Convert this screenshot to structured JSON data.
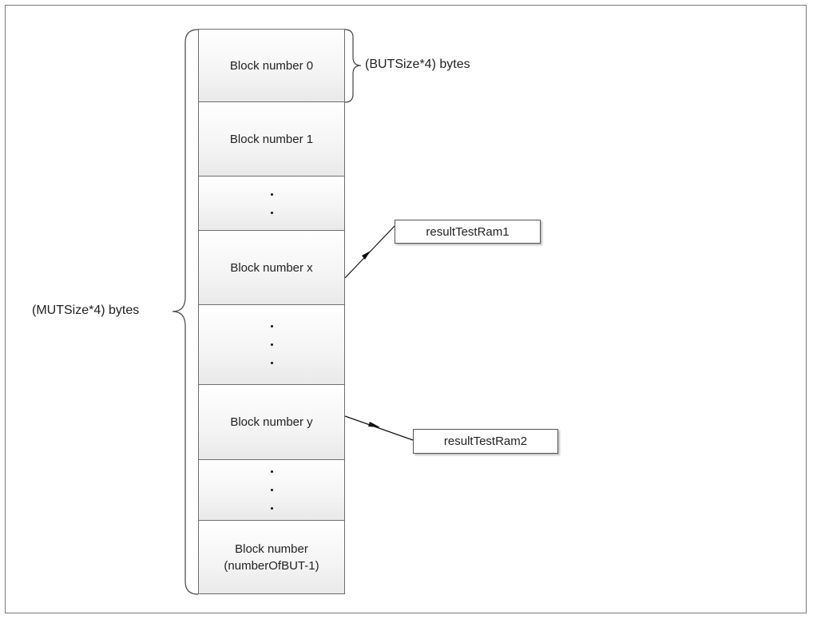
{
  "blocks": [
    {
      "type": "label",
      "text": "Block number 0"
    },
    {
      "type": "label",
      "text": "Block number 1"
    },
    {
      "type": "dots",
      "count": 2
    },
    {
      "type": "label",
      "text": "Block number x"
    },
    {
      "type": "dots",
      "count": 3
    },
    {
      "type": "label",
      "text": "Block number y"
    },
    {
      "type": "dots",
      "count": 3
    },
    {
      "type": "label",
      "text": "Block number\n(numberOfBUT-1)"
    }
  ],
  "braces": {
    "top_label": "(BUTSize*4) bytes",
    "left_label": "(MUTSize*4) bytes"
  },
  "results": {
    "result1": "resultTestRam1",
    "result2": "resultTestRam2"
  }
}
